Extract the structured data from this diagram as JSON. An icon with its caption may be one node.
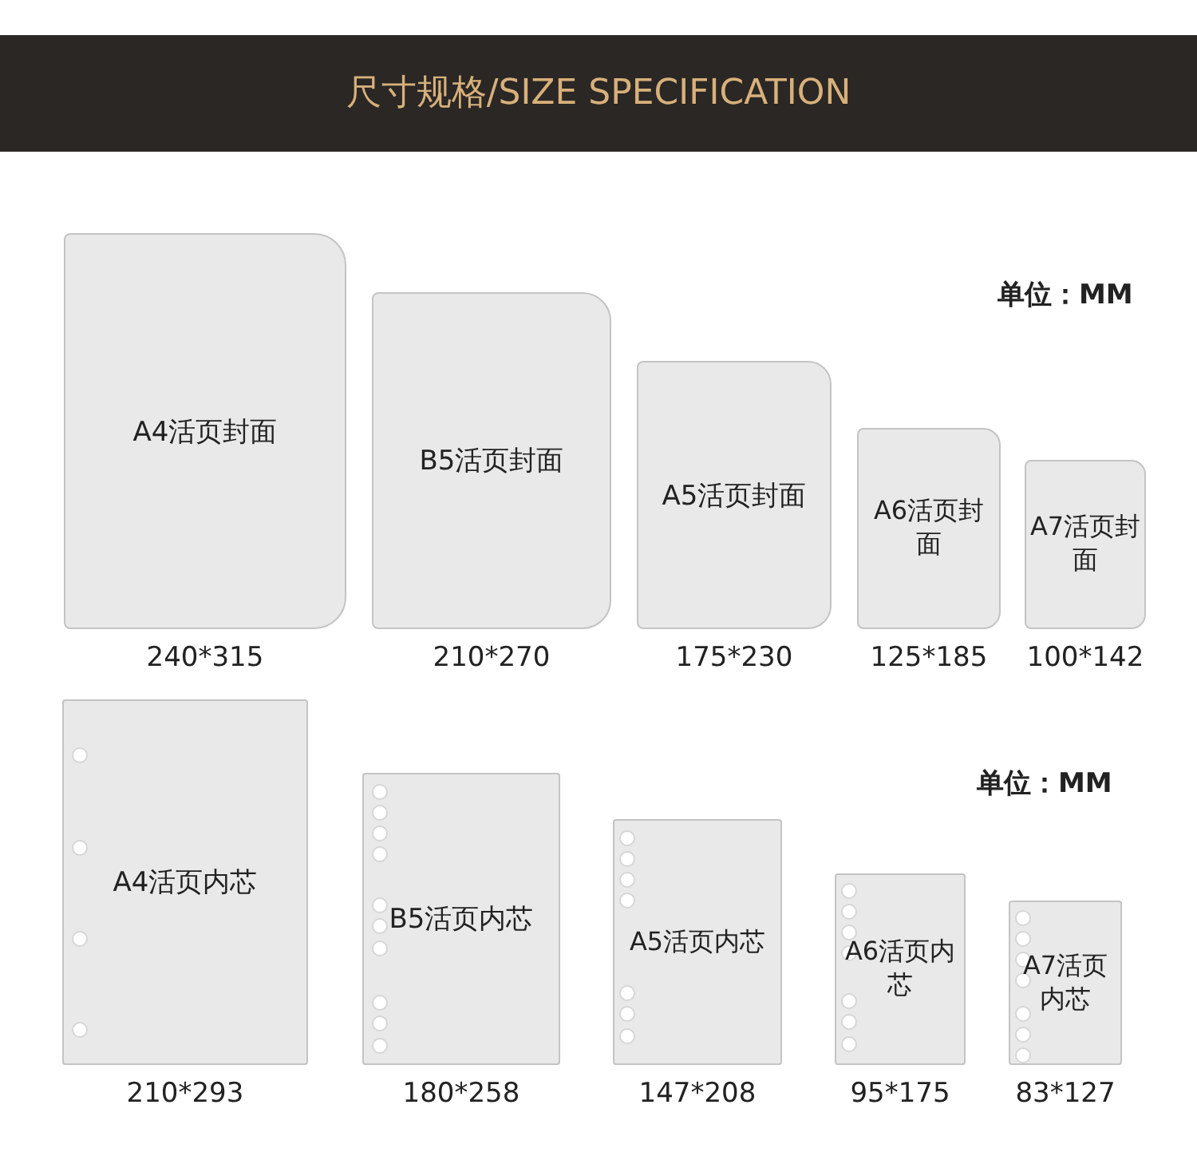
{
  "diagram": {
    "title": "尺寸规格/SIZE SPECIFICATION",
    "nodes": [
      {
        "text": [
          "A4活页封面"
        ],
        "beside": [
          "240*315"
        ]
      },
      {
        "text": [
          "B5活页封面"
        ],
        "beside": [
          "210*270"
        ]
      },
      {
        "text": [
          "A5活页封面"
        ],
        "beside": [
          "175*230"
        ]
      },
      {
        "text": [
          "A6活页封面"
        ],
        "beside": [
          "125*185"
        ]
      },
      {
        "text": [
          "A7活页封面"
        ],
        "beside": [
          "100*142"
        ]
      },
      {
        "text": [
          "A4活页内芯"
        ],
        "beside": [
          "210*293"
        ]
      },
      {
        "text": [
          "B5活页内芯"
        ],
        "beside": [
          "180*258"
        ]
      },
      {
        "text": [
          "A5活页内芯"
        ],
        "beside": [
          "147*208"
        ]
      },
      {
        "text": [
          "A6活页内芯"
        ],
        "beside": [
          "95*175"
        ]
      },
      {
        "text": [
          "A7活页内芯"
        ],
        "beside": [
          "83*127"
        ]
      }
    ],
    "edges": [],
    "labels": [
      "单位：MM",
      "单位：MM"
    ]
  }
}
